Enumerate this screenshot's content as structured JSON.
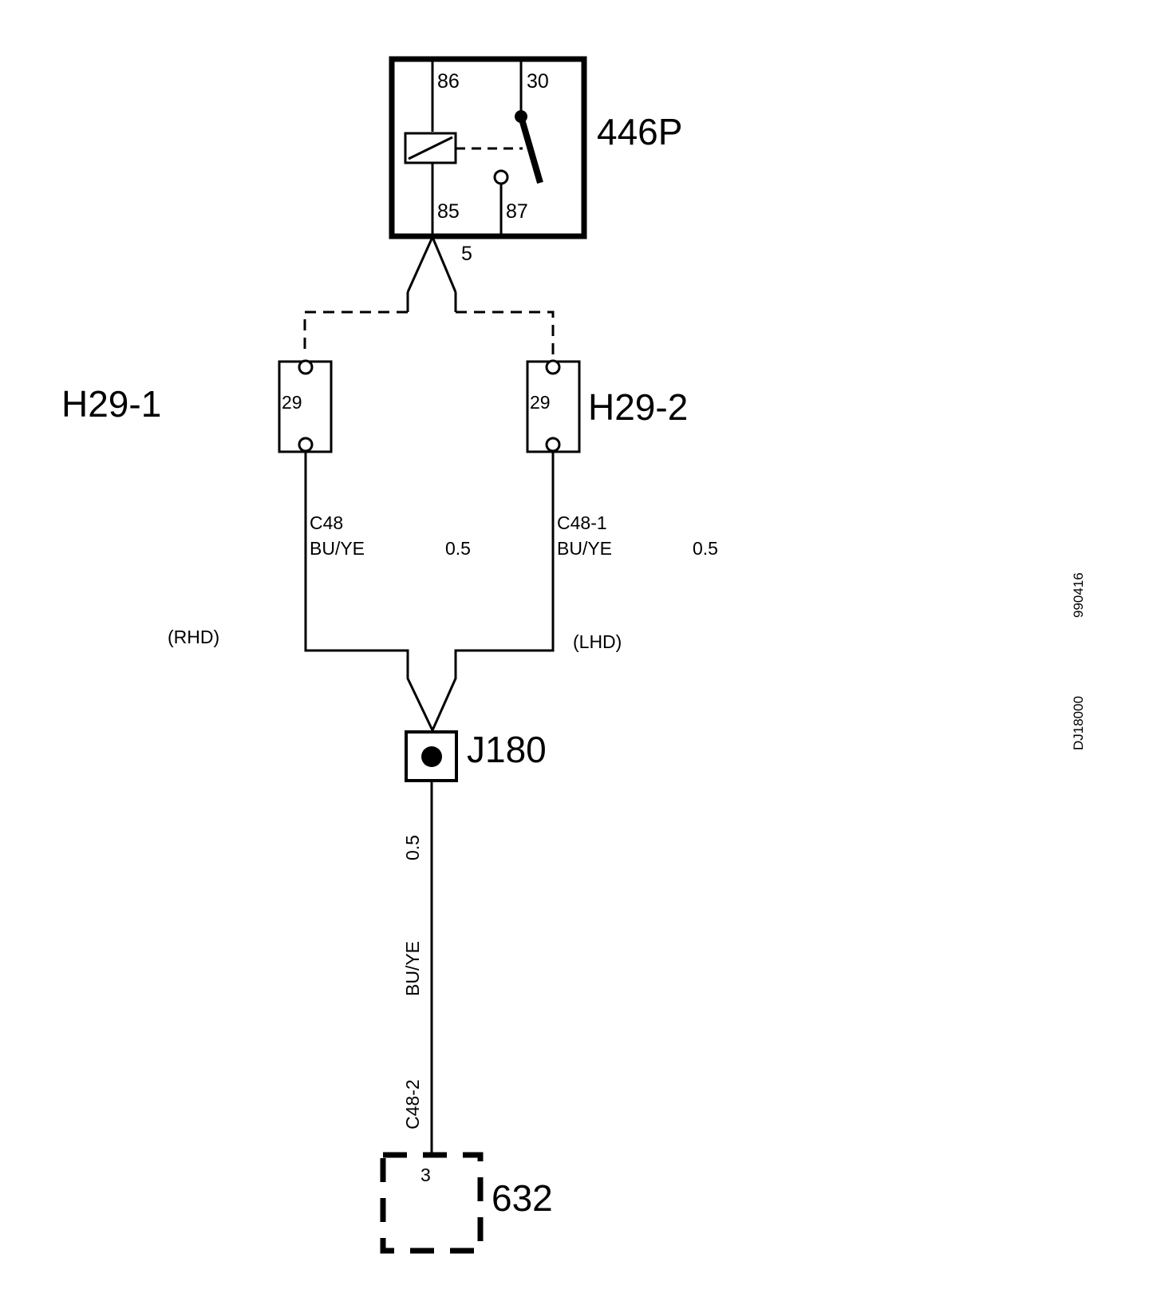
{
  "relay": {
    "id": "446P",
    "pin_86": "86",
    "pin_30": "30",
    "pin_85": "85",
    "pin_87": "87",
    "output_wire": "5"
  },
  "fuses": {
    "left": {
      "id": "H29-1",
      "pin": "29"
    },
    "right": {
      "id": "H29-2",
      "pin": "29"
    }
  },
  "wires": {
    "left": {
      "circuit": "C48",
      "color": "BU/YE",
      "size": "0.5",
      "variant": "(RHD)"
    },
    "right": {
      "circuit": "C48-1",
      "color": "BU/YE",
      "size": "0.5",
      "variant": "(LHD)"
    },
    "bottom": {
      "circuit": "C48-2",
      "color": "BU/YE",
      "size": "0.5"
    }
  },
  "junction": {
    "id": "J180"
  },
  "component": {
    "id": "632",
    "pin": "3"
  },
  "side_codes": {
    "date": "990416",
    "drawing": "DJ18000"
  }
}
